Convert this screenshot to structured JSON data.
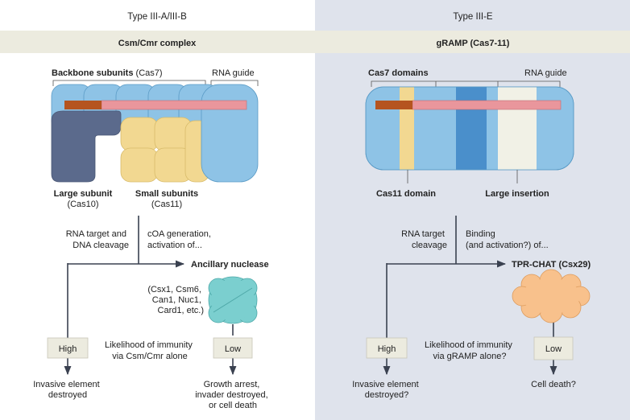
{
  "left": {
    "panel_title": "Type III-A/III-B",
    "banner": "Csm/Cmr complex",
    "backbone_bold": "Backbone subunits",
    "backbone_rest": " (Cas7)",
    "rna_guide": "RNA guide",
    "large_subunit": "Large subunit",
    "large_subunit_sub": "(Cas10)",
    "small_subunits": "Small subunits",
    "small_subunits_sub": "(Cas11)",
    "path1_line1": "RNA target and",
    "path1_line2": "DNA cleavage",
    "path2_line1": "cOA generation,",
    "path2_line2": "activation of...",
    "ancillary": "Ancillary nuclease",
    "nuclease_examples": [
      "(Csx1, Csm6,",
      "Can1, Nuc1,",
      "Card1, etc.)"
    ],
    "high": "High",
    "low": "Low",
    "likelihood": [
      "Likelihood of immunity",
      "via Csm/Cmr alone"
    ],
    "outcome_high": [
      "Invasive element",
      "destroyed"
    ],
    "outcome_low": [
      "Growth arrest,",
      "invader destroyed,",
      "or cell death"
    ]
  },
  "right": {
    "panel_title": "Type III-E",
    "banner": "gRAMP (Cas7-11)",
    "cas7_domains": "Cas7 domains",
    "rna_guide": "RNA guide",
    "cas11_domain": "Cas11 domain",
    "large_insertion": "Large insertion",
    "path1_line1": "RNA target",
    "path1_line2": "cleavage",
    "path2_line1": "Binding",
    "path2_line2": "(and activation?) of...",
    "tpr_chat": "TPR-CHAT (Csx29)",
    "high": "High",
    "low": "Low",
    "likelihood": [
      "Likelihood of immunity",
      "via gRAMP alone?"
    ],
    "outcome_high": [
      "Invasive element",
      "destroyed?"
    ],
    "outcome_low": [
      "Cell death?"
    ]
  },
  "colors": {
    "right_bg": "#dfe3ec",
    "banner": "#ecebdf",
    "cas7_blue": "#8ec3e6",
    "dark_blue": "#4a8fcb",
    "rna_pink": "#e9969c",
    "rna_brown": "#b5541f",
    "cas10_slate": "#5b6a8c",
    "cas11_yellow": "#f2d891",
    "nuclease_teal": "#7bcfcf",
    "tpr_orange": "#f8c18c",
    "insertion_cream": "#f1f1e6",
    "box_fill": "#ecebdf"
  }
}
